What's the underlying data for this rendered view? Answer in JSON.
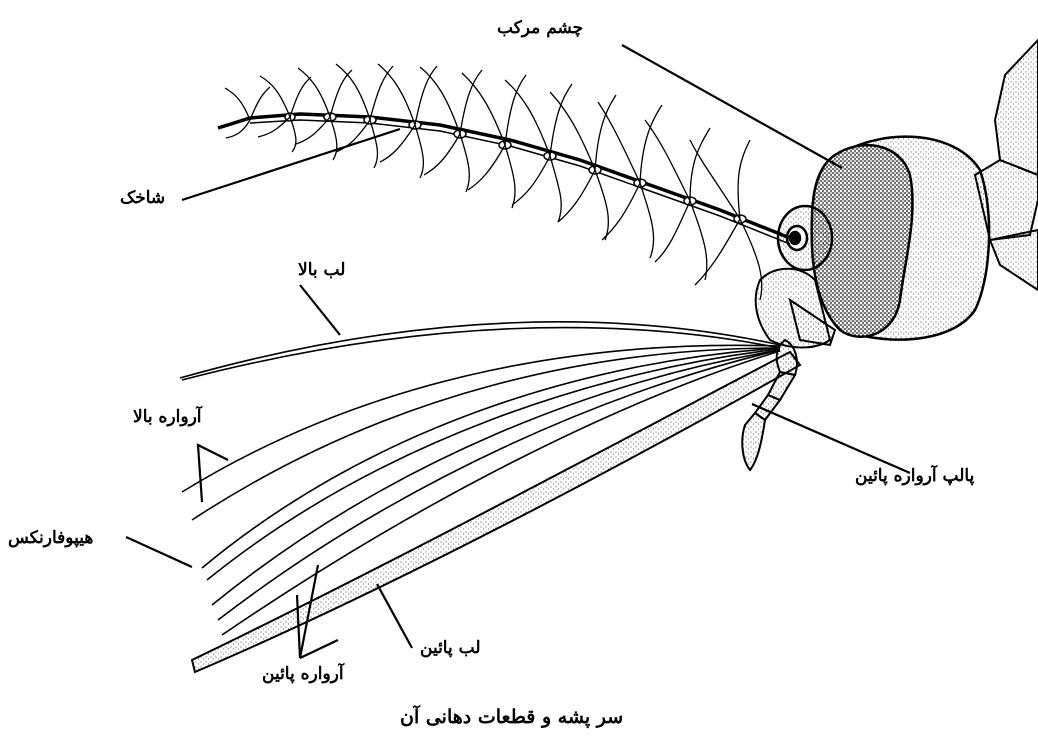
{
  "caption": "سر پشه و قطعات دهانی آن",
  "labels": {
    "compound_eye": "چشم مرکب",
    "antenna": "شاخک",
    "labrum": "لب بالا",
    "mandible": "آرواره بالا",
    "hypopharynx": "هیپوفارنکس",
    "maxillary_palp": "پالپ آرواره پائین",
    "labium": "لب پائین",
    "maxilla": "آرواره پائین"
  },
  "colors": {
    "ink": "#000000",
    "paper": "#ffffff",
    "stipple": "#555555"
  }
}
